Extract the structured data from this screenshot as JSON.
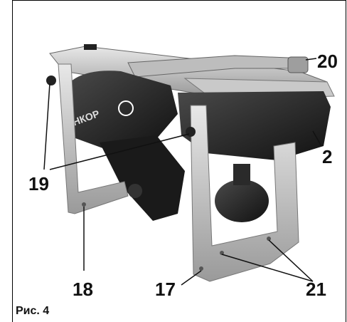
{
  "figure": {
    "caption": "Рис. 4",
    "body_text": "ЭНКОР",
    "callouts": {
      "c20": "20",
      "c2": "2",
      "c19": "19",
      "c18": "18",
      "c17": "17",
      "c21": "21"
    }
  }
}
